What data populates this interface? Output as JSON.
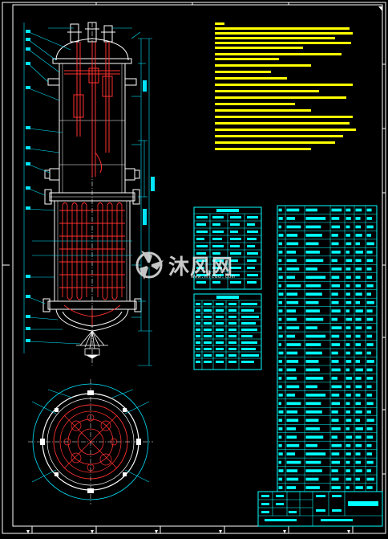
{
  "drawing": {
    "colors": {
      "background": "#000000",
      "frame": "#ffffff",
      "dimension": "#00e5ff",
      "outline": "#ffffff",
      "internals": "#ff3030",
      "notes": "#ffff00",
      "table": "#00ffff",
      "center_line": "#ffffff"
    },
    "views": [
      "elevation-section",
      "plan-view",
      "technical-notes",
      "design-data-table",
      "nozzle-table",
      "parts-list",
      "title-block"
    ],
    "notes_line_count": 19,
    "parts_list_rows": 34
  },
  "watermark": {
    "brand_text": "沐风网",
    "url_text": "www.mfcad.com",
    "logo_icon": "windmill-logo-icon"
  }
}
